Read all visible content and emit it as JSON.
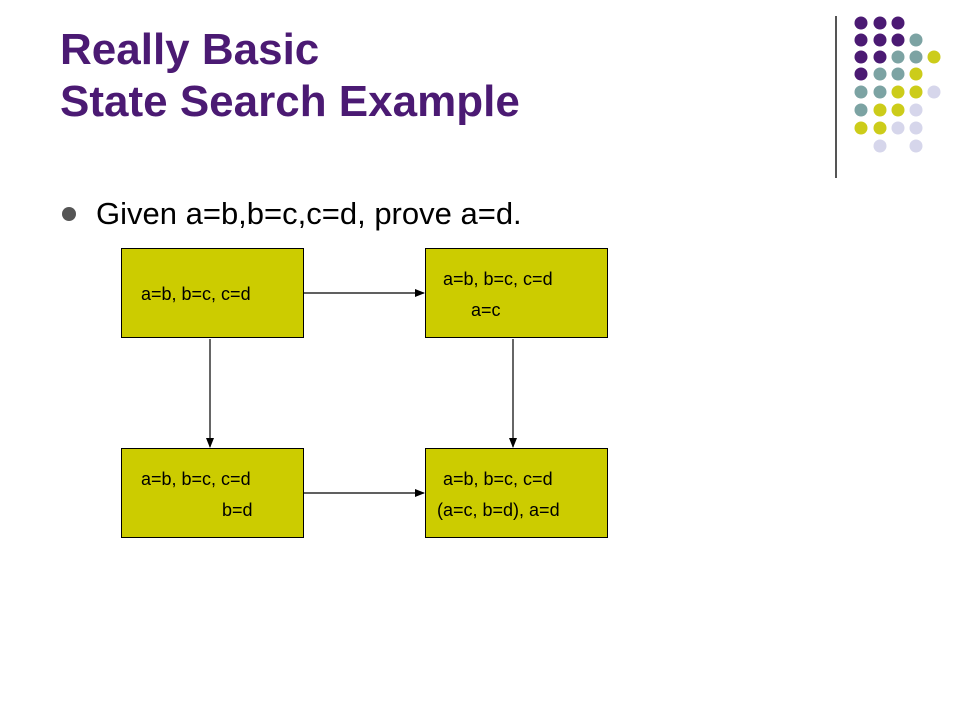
{
  "slide": {
    "title_line1": "Really Basic",
    "title_line2": "State Search Example",
    "bullet": "Given a=b,b=c,c=d, prove a=d."
  },
  "diagram": {
    "box_start": {
      "line1": "a=b, b=c, c=d",
      "line2": ""
    },
    "box_right": {
      "line1": "a=b, b=c, c=d",
      "line2": "a=c"
    },
    "box_down": {
      "line1": "a=b, b=c, c=d",
      "line2": "b=d"
    },
    "box_goal": {
      "line1": "a=b, b=c, c=d",
      "line2": "(a=c, b=d), a=d"
    }
  },
  "colors": {
    "title": "#4b1a73",
    "box_fill": "#cccc00",
    "dot_purple": "#4b1a73",
    "dot_teal": "#7ca3a3",
    "dot_olive": "#cccc1a",
    "dot_lavender": "#d6d6eb"
  }
}
